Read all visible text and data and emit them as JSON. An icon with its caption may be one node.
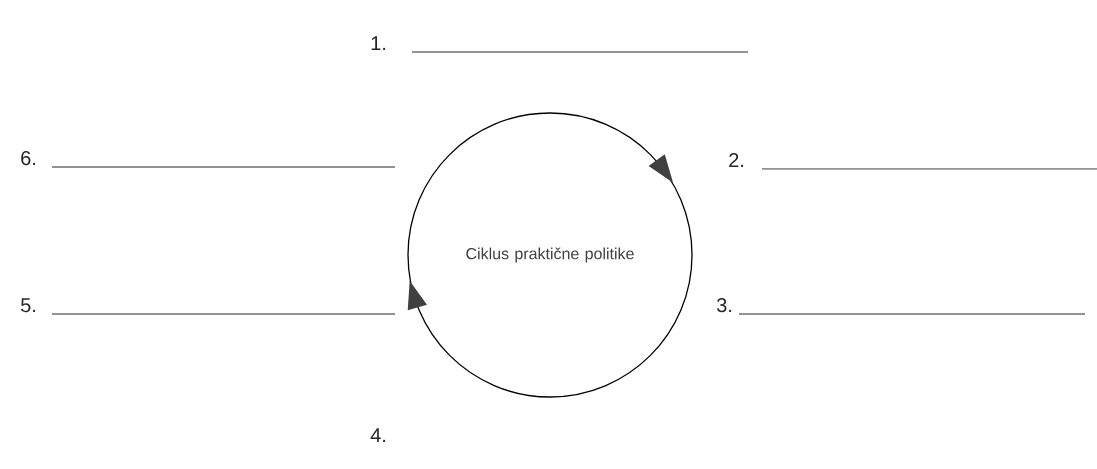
{
  "diagram": {
    "nodes": [
      {
        "text": [
          "Ciklus praktične politike"
        ]
      }
    ],
    "labels": [
      "1.",
      "6.",
      "2.",
      "5.",
      "3.",
      "4."
    ]
  }
}
